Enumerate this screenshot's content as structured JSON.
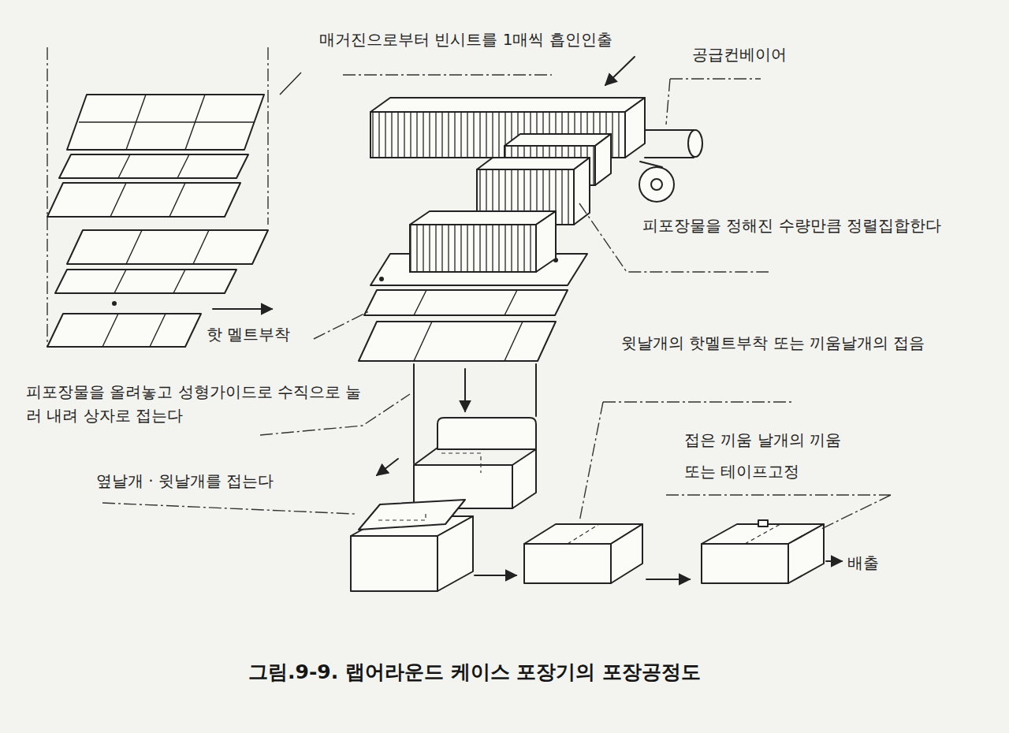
{
  "diagram": {
    "caption": "그림.9-9. 랩어라운드 케이스 포장기의 포장공정도",
    "labels": [
      "매거진으로부터 빈시트를 1매씩 흡인인출",
      "공급컨베이어",
      "피포장물을 정해진 수량만큼 정렬집합한다",
      "핫 멜트부착",
      "윗날개의 핫멜트부착 또는 끼움날개의 접음",
      "피포장물을 올려놓고 성형가이드로 수직으로 눌러 내려 상자로 접는다",
      "접은 끼움 날개의 끼움 또는 테이프고정",
      "옆날개 · 윗날개를 접는다",
      "배출"
    ]
  }
}
